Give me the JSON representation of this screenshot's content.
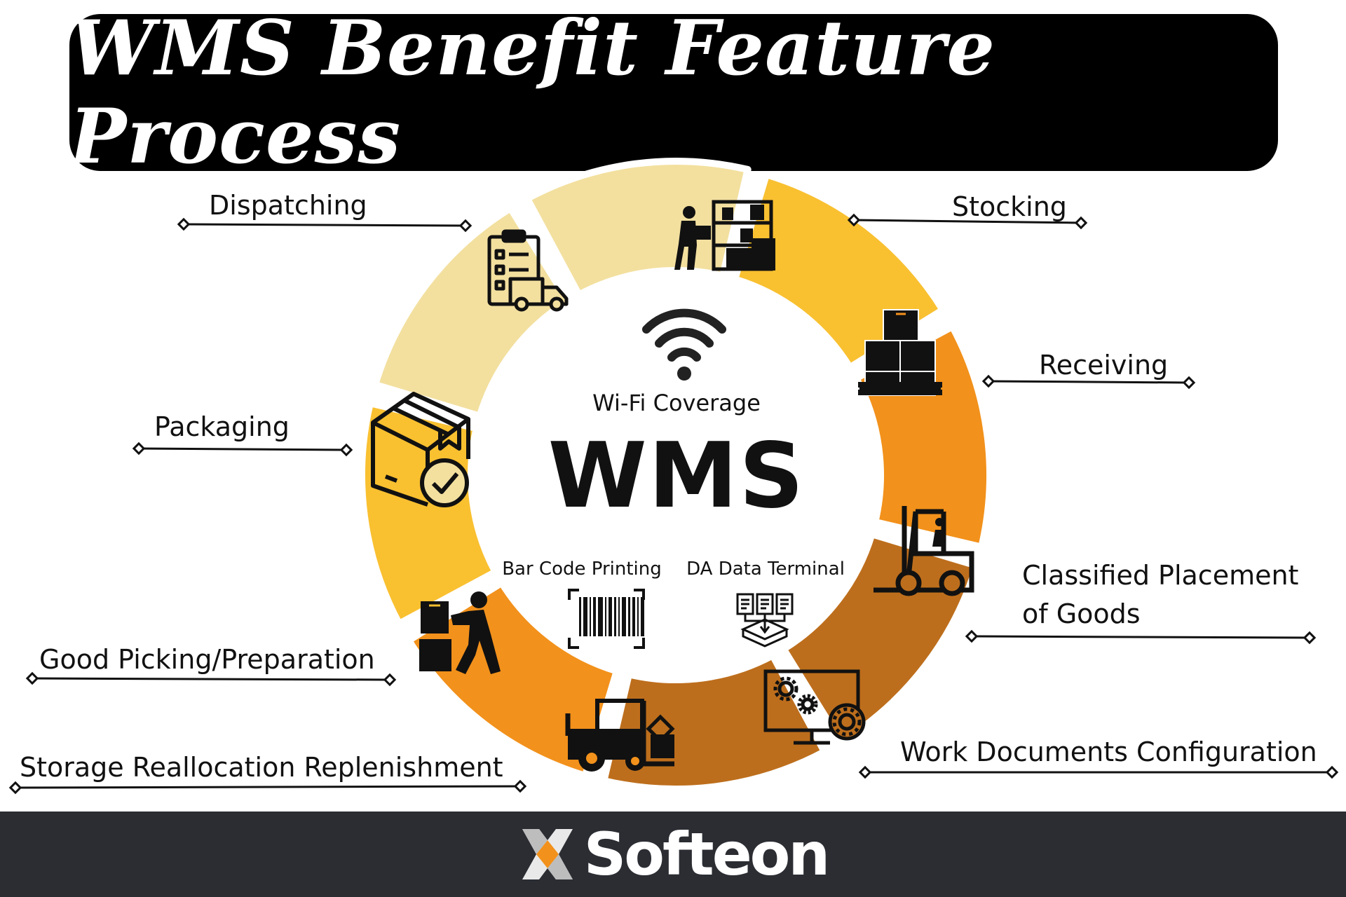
{
  "title": "WMS Benefit Feature Process",
  "center": {
    "wifi_label": "Wi-Fi Coverage",
    "main_label": "WMS",
    "barcode_label": "Bar Code Printing",
    "terminal_label": "DA Data Terminal"
  },
  "steps": [
    {
      "label": "Stocking",
      "icon": "warehouse-worker-shelves-icon",
      "color": "#f9c030"
    },
    {
      "label": "Receiving",
      "icon": "stacked-boxes-pallet-icon",
      "color": "#f2911b"
    },
    {
      "label": "Classified Placement",
      "label_line2": "of Goods",
      "icon": "forklift-icon",
      "color": "#bd6e1c"
    },
    {
      "label": "Work Documents Configuration",
      "icon": "monitor-gears-icon",
      "color": "#bd6e1c"
    },
    {
      "label": "Storage Reallocation Replenishment",
      "icon": "forklift-boxes-icon",
      "color": "#f2911b"
    },
    {
      "label": "Good Picking/Preparation",
      "icon": "worker-pushing-boxes-icon",
      "color": "#f9c030"
    },
    {
      "label": "Packaging",
      "icon": "package-check-icon",
      "color": "#f3e09f"
    },
    {
      "label": "Dispatching",
      "icon": "checklist-truck-icon",
      "color": "#f3e09f"
    }
  ],
  "footer": {
    "logo_text": "Softeon",
    "logo_icon": "softeon-logo-mark-icon"
  }
}
